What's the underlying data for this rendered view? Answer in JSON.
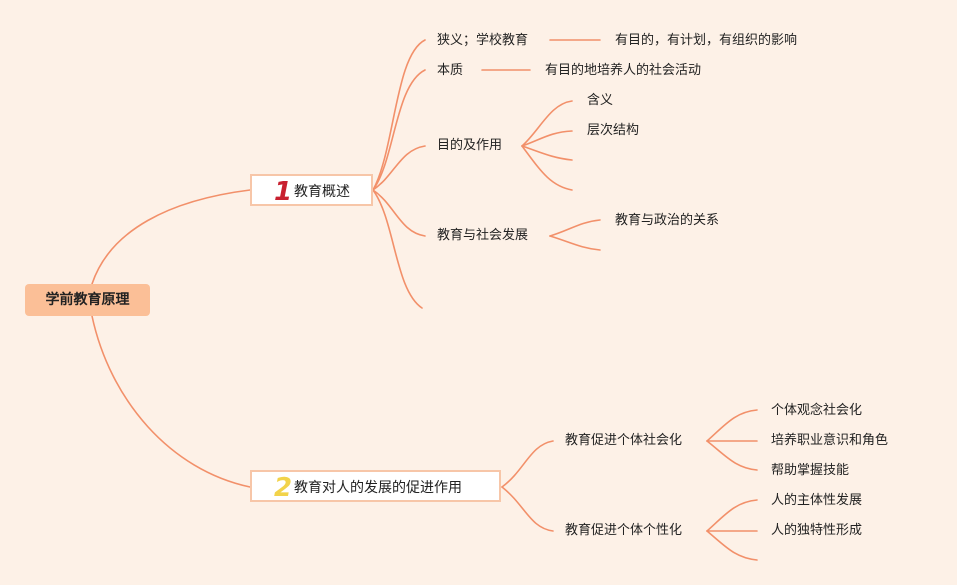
{
  "root": {
    "label": "学前教育原理"
  },
  "topics": [
    {
      "number": "1",
      "label": "教育概述",
      "number_color": "#c8202f"
    },
    {
      "number": "2",
      "label": "教育对人的发展的促进作用",
      "number_color": "#f2d34a"
    }
  ],
  "t1": {
    "narrow": {
      "label": "狭义；学校教育",
      "detail": "有目的，有计划，有组织的影响"
    },
    "essence": {
      "label": "本质",
      "detail": "有目的地培养人的社会活动"
    },
    "purpose": {
      "label": "目的及作用",
      "children": [
        "含义",
        "层次结构"
      ]
    },
    "society": {
      "label": "教育与社会发展",
      "children": [
        "教育与政治的关系"
      ]
    }
  },
  "t2": {
    "socialization": {
      "label": "教育促进个体社会化",
      "children": [
        "个体观念社会化",
        "培养职业意识和角色",
        "帮助掌握技能"
      ]
    },
    "individualization": {
      "label": "教育促进个体个性化",
      "children": [
        "人的主体性发展",
        "人的独特性形成"
      ]
    }
  },
  "colors": {
    "line": "#f2906a",
    "root_fill": "#fbbf97",
    "box_border": "#f7c6a8",
    "background": "#fdf1e7"
  }
}
